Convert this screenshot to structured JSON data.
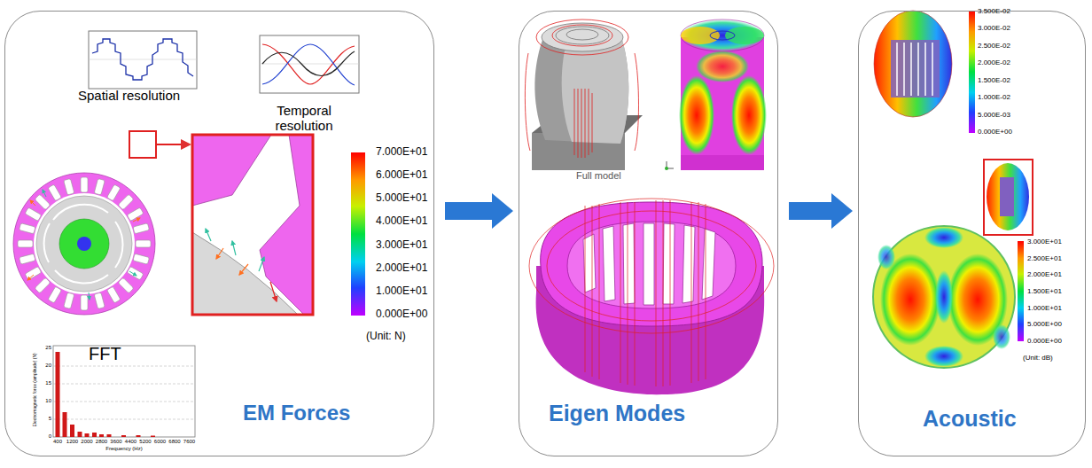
{
  "diagram": {
    "nodes": [
      {
        "text": [
          "EM Forces"
        ]
      },
      {
        "text": [
          "Eigen Modes"
        ]
      },
      {
        "text": [
          "Acoustic"
        ]
      }
    ],
    "edges": [
      {
        "from": 0,
        "to": 1,
        "arrow": "to"
      },
      {
        "from": 1,
        "to": 2,
        "arrow": "to"
      }
    ],
    "labels": [
      "Spatial resolution",
      "Temporal resolution",
      "FFT",
      "7.000E+01",
      "6.000E+01",
      "5.000E+01",
      "4.000E+01",
      "3.000E+01",
      "2.000E+01",
      "1.000E+01",
      "0.000E+00",
      "(Unit: N)",
      "Full model",
      "3.500E-02",
      "3.000E-02",
      "2.500E-02",
      "2.000E-02",
      "1.500E-02",
      "1.000E-02",
      "5.000E-03",
      "0.000E+00",
      "3.000E+01",
      "2.500E+01",
      "2.000E+01",
      "1.500E+01",
      "1.000E+01",
      "5.000E+00",
      "0.000E+00",
      "(Unit: dB)",
      "0",
      "5",
      "10",
      "15",
      "20",
      "25",
      "400",
      "1200",
      "2000",
      "2800",
      "3600",
      "4400",
      "5200",
      "6000",
      "6800",
      "7600",
      "Frequency (Hz)",
      "Electromagnetic force (amplitude) (N)"
    ]
  }
}
